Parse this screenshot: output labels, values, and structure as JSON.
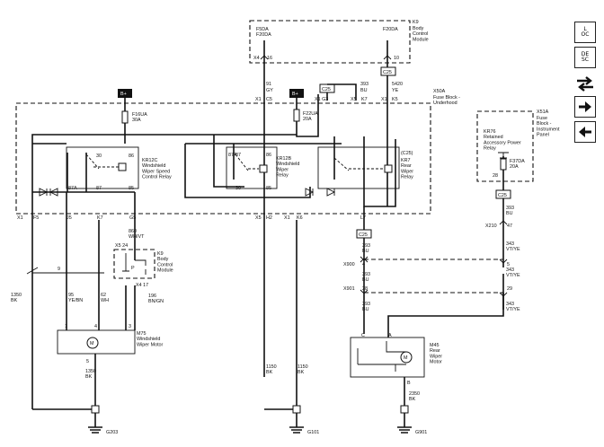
{
  "k9_top": {
    "label_id": "K9",
    "label_name": "Body\nControl\nModule",
    "fuse_left": "F5DA\nF20DA",
    "fuse_right": "F20DA",
    "pin_x4": "X4",
    "pin_16": "16",
    "pin_10": "10"
  },
  "connectors": {
    "c25": "C25"
  },
  "x50a": {
    "label_id": "X50A",
    "label_name": "Fuse Block -\nUnderhood"
  },
  "x51a": {
    "label_id": "X51A",
    "label_name": "Fuse\nBlock -\nInstrument\nPanel"
  },
  "bplus": "B+",
  "fuses": {
    "f16ua": "F16UA\n30A",
    "f22ua": "F22UA\n20A",
    "f37da": "F37DA\n20A",
    "f37da_pin": "28"
  },
  "relays": {
    "kr12c": {
      "name": "KR12C\nWindshield\nWiper Speed\nControl Relay",
      "p30": "30",
      "p86": "86",
      "p87a": "87A",
      "p87": "87",
      "p85": "85"
    },
    "kr12b": {
      "name": "KR12B\nWindshield\nWiper\nRelay",
      "p87a": "87A",
      "p87": "87",
      "p86": "86",
      "p30": "30",
      "p85": "85"
    },
    "kr7": {
      "name": "KR7\nRear\nWiper\nRelay",
      "tag": "(C25)"
    },
    "kr76": {
      "name": "KR76\nRetained\nAccessory Power\nRelay"
    }
  },
  "wires_top": {
    "w1": {
      "num": "91",
      "color": "GY",
      "pin_x": "X1",
      "pin": "C5"
    },
    "w2": {
      "num": "393",
      "color": "BU",
      "pin_x": "X5",
      "pin": "K7"
    },
    "w3": {
      "num": "5420",
      "color": "YE",
      "pin_x": "X1",
      "pin": "K5"
    },
    "x1g3": "X1  G3"
  },
  "row_pins": {
    "x1": "X1",
    "f5": "F5",
    "j5": "J5",
    "k7": "K7",
    "g5": "G5",
    "x5": "X5",
    "h2": "H2",
    "x1b": "X1",
    "k6": "K6",
    "l7": "L7"
  },
  "wires_mid": {
    "w860": "860\nWH/VT",
    "x5_24": "X5    24",
    "w9": "9",
    "w1350a": "1350\nBK",
    "w95": "95\nYE/BN",
    "w62": "62\nWH",
    "w196": "196\nBN/GN",
    "x4_17": "X4    17",
    "w1150a": "1150\nBK",
    "w1150b": "1150\nBK",
    "w1350b": "1350\nBK",
    "w2350": "2350\nBK"
  },
  "k9_small": {
    "name": "K9\nBody\nControl\nModule",
    "p": "P"
  },
  "rear": {
    "c25": "C25",
    "w393a": "393\nBU",
    "x900": "X900",
    "pin4": "4",
    "w393b": "393\nBU",
    "x901": "X901",
    "pin28": "28",
    "w393c": "393\nBU"
  },
  "ipanel": {
    "c25": "C25",
    "w393": "393\nBU",
    "x210": "X210",
    "pin47": "47",
    "w343a": "343\nVT/YE",
    "pin5": "5",
    "w343b": "343\nVT/YE",
    "pin29": "29",
    "w343c": "343\nVT/YE"
  },
  "motors": {
    "m75": {
      "name": "M75\nWindshield\nWiper Motor",
      "p1": "1",
      "p4": "4",
      "p3": "3",
      "p5": "5",
      "sym": "M"
    },
    "m45": {
      "name": "M45\nRear\nWiper\nMotor",
      "pc": "C",
      "pa": "A",
      "pb": "B",
      "sym": "M"
    }
  },
  "grounds": {
    "g203": "G203",
    "g101": "G101",
    "g901": "G901"
  },
  "side_panel": {
    "loc": [
      "L",
      "O",
      "C"
    ],
    "desc": [
      "D",
      "E",
      "S",
      "C"
    ],
    "icons": [
      "connector-swap-icon",
      "arrow-right-icon",
      "arrow-left-icon"
    ]
  }
}
